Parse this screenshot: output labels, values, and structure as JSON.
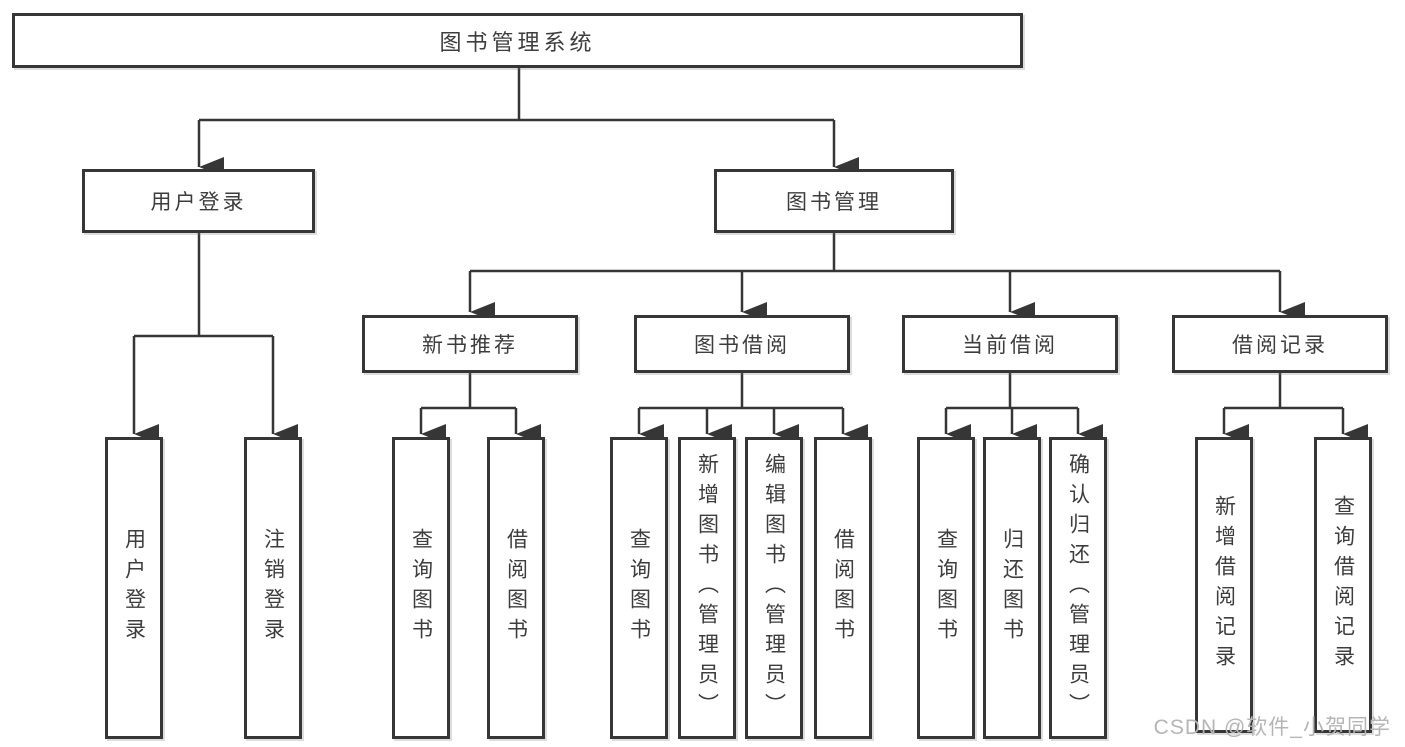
{
  "diagram_title": "图书管理系统",
  "tree": {
    "root": {
      "label": "图书管理系统"
    },
    "branches": [
      {
        "label": "用户登录",
        "leaves": [
          "用户登录",
          "注销登录"
        ]
      },
      {
        "label": "图书管理",
        "groups": [
          {
            "label": "新书推荐",
            "leaves": [
              "查询图书",
              "借阅图书"
            ]
          },
          {
            "label": "图书借阅",
            "leaves": [
              "查询图书",
              "新增图书（管理员）",
              "编辑图书（管理员）",
              "借阅图书"
            ]
          },
          {
            "label": "当前借阅",
            "leaves": [
              "查询图书",
              "归还图书",
              "确认归还（管理员）"
            ]
          },
          {
            "label": "借阅记录",
            "leaves": [
              "新增借阅记录",
              "查询借阅记录"
            ]
          }
        ]
      }
    ]
  },
  "watermark": "CSDN @软件_小贺同学",
  "colors": {
    "line": "#363636",
    "text": "#3d3d3d",
    "box-bg": "#ffffff",
    "canvas-bg": "#ffffff",
    "watermark": "#b5b5b5"
  }
}
